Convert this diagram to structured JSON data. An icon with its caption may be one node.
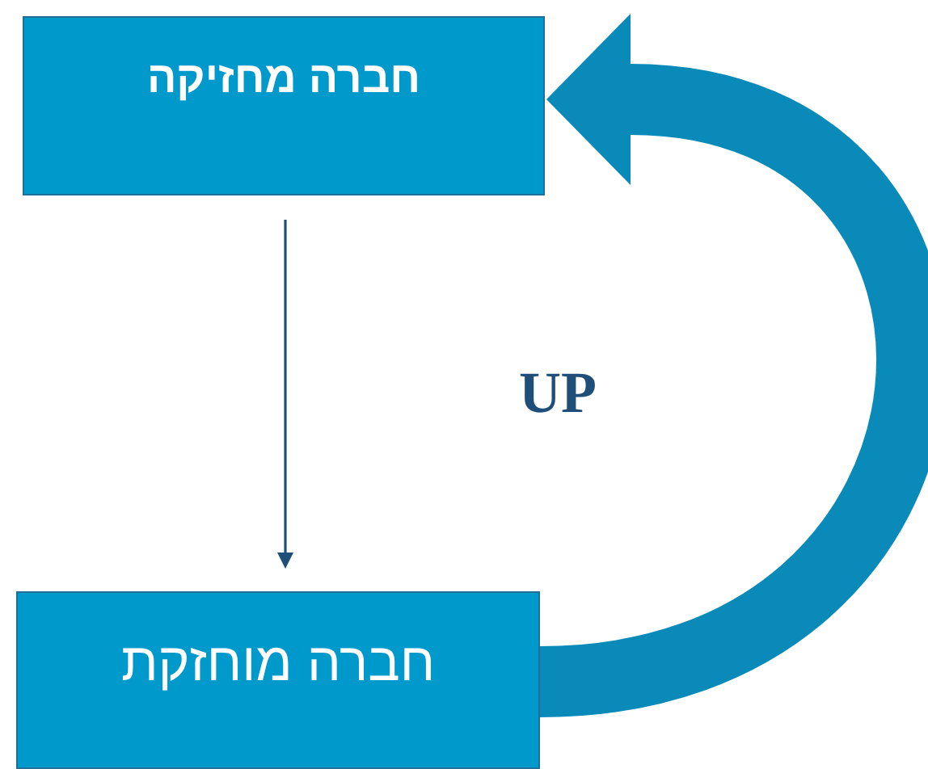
{
  "diagram": {
    "nodes": [
      {
        "text": [
          "חברה מחזיקה"
        ]
      },
      {
        "text": [
          "חברה מוחזקת"
        ]
      }
    ],
    "edges": [
      {
        "from": 0,
        "to": 1,
        "arrow": "to"
      },
      {
        "from": 1,
        "to": 0,
        "arrow": "to",
        "label": "UP",
        "style": "thick",
        "color": "#0a8ab8"
      }
    ]
  }
}
